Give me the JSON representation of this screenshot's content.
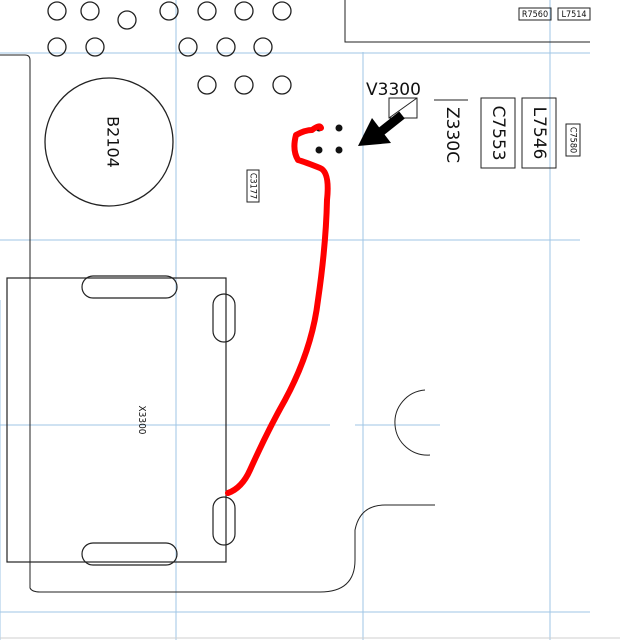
{
  "labels": {
    "b2104": "B2104",
    "v3300": "V3300",
    "z3300": "Z330C",
    "c7553": "C7553",
    "l7546": "L7546",
    "r7560": "R7560",
    "l7514": "L7514",
    "c7580": "C7580",
    "c3177": "C3177",
    "x3300": "X3300"
  },
  "colors": {
    "trace": "#ff0000",
    "outline": "#222222",
    "grid": "#9fc6e6",
    "arrow": "#000000"
  }
}
